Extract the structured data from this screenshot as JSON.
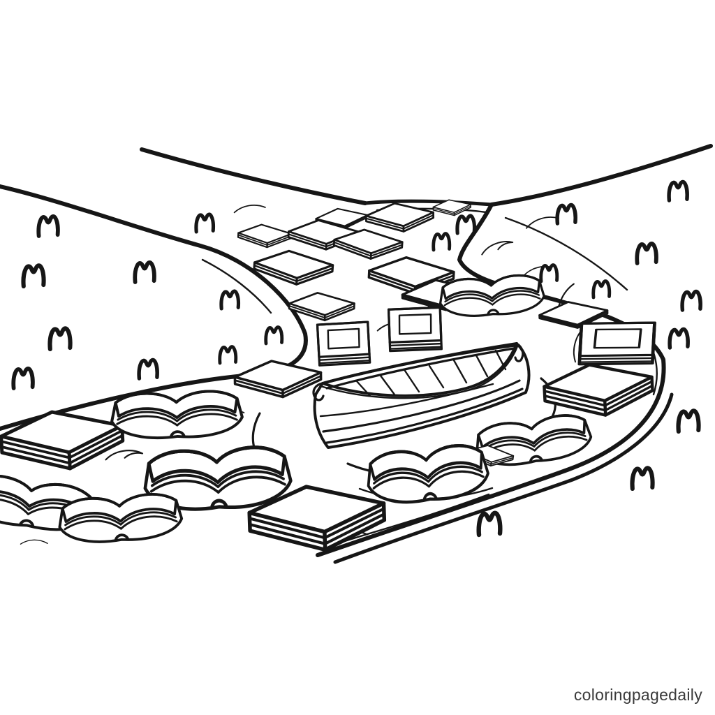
{
  "page": {
    "background_color": "#ffffff"
  },
  "artwork": {
    "style": "coloring-page line art",
    "line_color": "#161616",
    "fill_color": "#ffffff",
    "scene": "winding river filled with floating books, canoe in midstream, grassy banks with tufts",
    "inventory": {
      "canoe_count": 1,
      "closed_book_count": 19,
      "open_book_count": 7,
      "grass_tuft_count": 22,
      "water_line_count": 30
    }
  },
  "watermark": {
    "text": "coloringpagedaily",
    "color": "#3a3a3a"
  }
}
